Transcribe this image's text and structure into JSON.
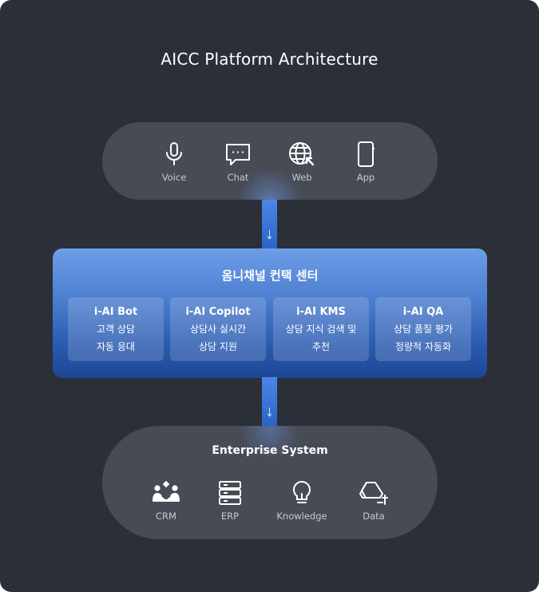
{
  "title": "AICC Platform Architecture",
  "channels": [
    {
      "label": "Voice",
      "icon": "microphone-icon"
    },
    {
      "label": "Chat",
      "icon": "chat-bubble-icon"
    },
    {
      "label": "Web",
      "icon": "globe-cursor-icon"
    },
    {
      "label": "App",
      "icon": "smartphone-icon"
    }
  ],
  "center": {
    "title": "옴니채널 컨택 센터",
    "modules": [
      {
        "name": "i-AI Bot",
        "line1": "고객 상담",
        "line2": "자동 응대"
      },
      {
        "name": "i-AI Copilot",
        "line1": "상담사 실시간",
        "line2": "상담 지원"
      },
      {
        "name": "i-AI KMS",
        "line1": "상담 지식 검색 및",
        "line2": "추천"
      },
      {
        "name": "i-AI QA",
        "line1": "상담 품질 평가",
        "line2": "정량적 자동화"
      }
    ]
  },
  "enterprise": {
    "title": "Enterprise System",
    "systems": [
      {
        "label": "CRM",
        "icon": "people-network-icon"
      },
      {
        "label": "ERP",
        "icon": "server-rack-icon"
      },
      {
        "label": "Knowledge",
        "icon": "lightbulb-icon"
      },
      {
        "label": "Data",
        "icon": "data-shape-plus-icon"
      }
    ]
  },
  "colors": {
    "background": "#2b2f38",
    "pill": "#474b54",
    "accent_top": "#6d9ee8",
    "accent_bottom": "#1d4795",
    "connector": "#3a73d8"
  }
}
